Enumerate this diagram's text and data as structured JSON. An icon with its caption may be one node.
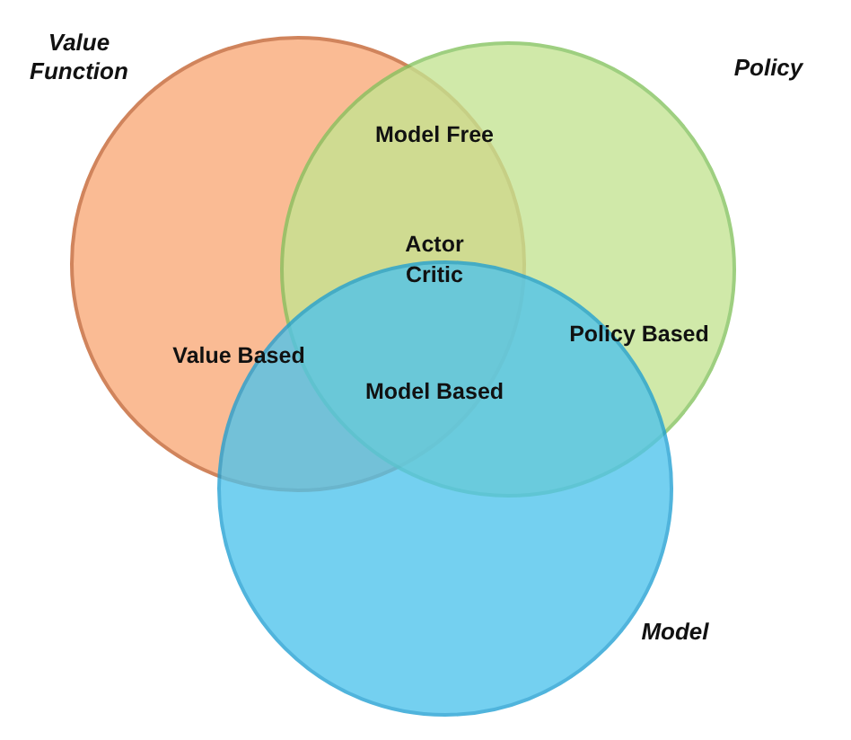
{
  "diagram": {
    "nodes": [
      {
        "text": [
          "Value Function"
        ]
      },
      {
        "text": [
          "Policy"
        ]
      },
      {
        "text": [
          "Model"
        ]
      }
    ],
    "labels": [
      "Model Free",
      "Actor Critic",
      "Value Based",
      "Policy Based",
      "Model Based"
    ]
  }
}
